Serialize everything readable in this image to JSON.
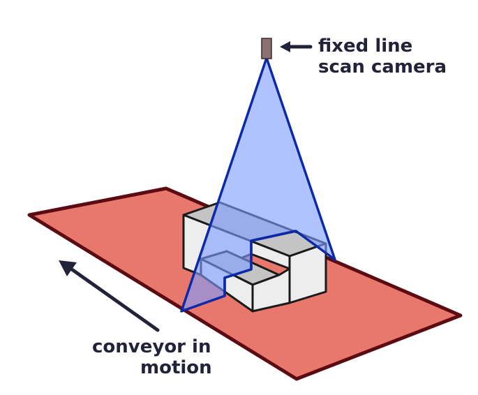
{
  "labels": {
    "camera_line1": "fixed line",
    "camera_line2": "scan camera",
    "conveyor_line1": "conveyor in",
    "conveyor_line2": "motion"
  },
  "colors": {
    "conveyor_fill": "#e8786c",
    "conveyor_outline": "#5c0b12",
    "beam_fill": "#7f9cff",
    "beam_outline": "#0c2aa8",
    "box_top": "#c4c4c4",
    "box_side": "#ededed",
    "box_outline": "#1a1a1a",
    "camera_body": "#8a7070",
    "arrow": "#22223a"
  },
  "icons": {
    "camera": "camera-icon",
    "camera_pointer": "arrow-left-icon",
    "conveyor_direction": "arrow-up-left-icon"
  }
}
